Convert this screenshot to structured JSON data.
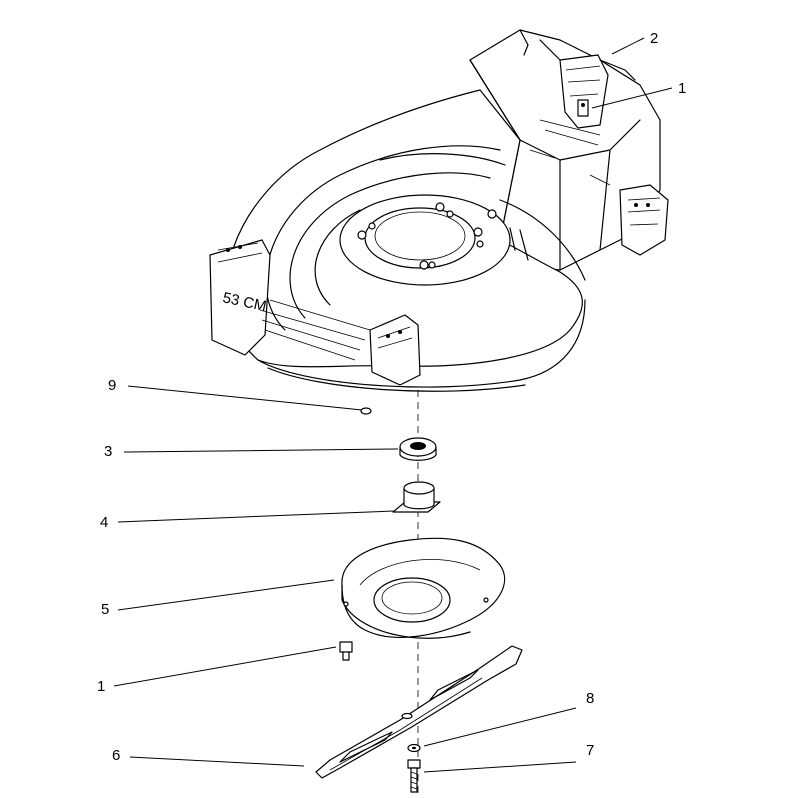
{
  "deck_label": "53 CM",
  "callouts": [
    {
      "id": "c2",
      "text": "2"
    },
    {
      "id": "c1-top",
      "text": "1"
    },
    {
      "id": "c9",
      "text": "9"
    },
    {
      "id": "c3",
      "text": "3"
    },
    {
      "id": "c4",
      "text": "4"
    },
    {
      "id": "c5",
      "text": "5"
    },
    {
      "id": "c1-bottom",
      "text": "1"
    },
    {
      "id": "c6",
      "text": "6"
    },
    {
      "id": "c8",
      "text": "8"
    },
    {
      "id": "c7",
      "text": "7"
    }
  ]
}
